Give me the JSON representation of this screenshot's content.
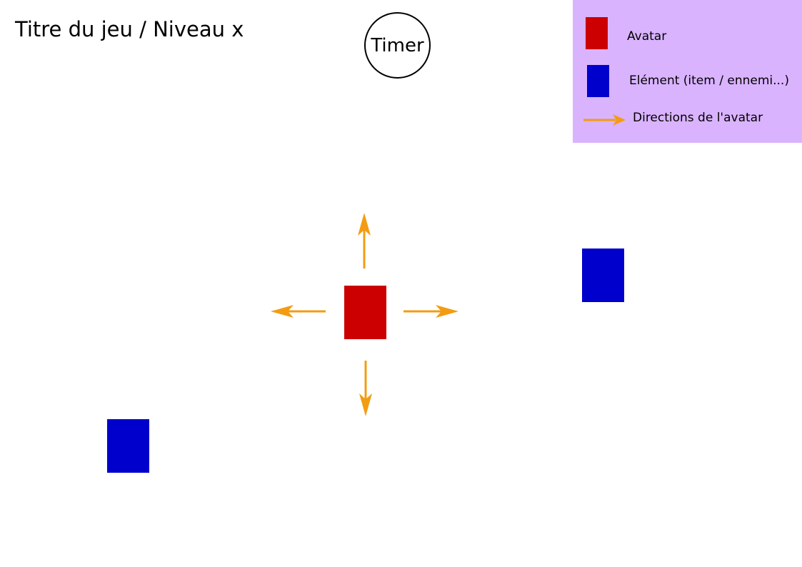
{
  "header": {
    "title": "Titre du jeu / Niveau x",
    "timer_label": "Timer"
  },
  "legend": {
    "background": "#dab3ff",
    "items": [
      {
        "kind": "avatar",
        "label": "Avatar",
        "color": "#cc0000"
      },
      {
        "kind": "element",
        "label": "Elément (item / ennemi...)",
        "color": "#0000cc"
      },
      {
        "kind": "direction",
        "label": "Directions de l'avatar",
        "color": "#f39c12"
      }
    ]
  },
  "scene": {
    "avatar_color": "#cc0000",
    "element_color": "#0000cc",
    "arrow_color": "#f39c12",
    "directions": [
      "up",
      "down",
      "left",
      "right"
    ]
  }
}
